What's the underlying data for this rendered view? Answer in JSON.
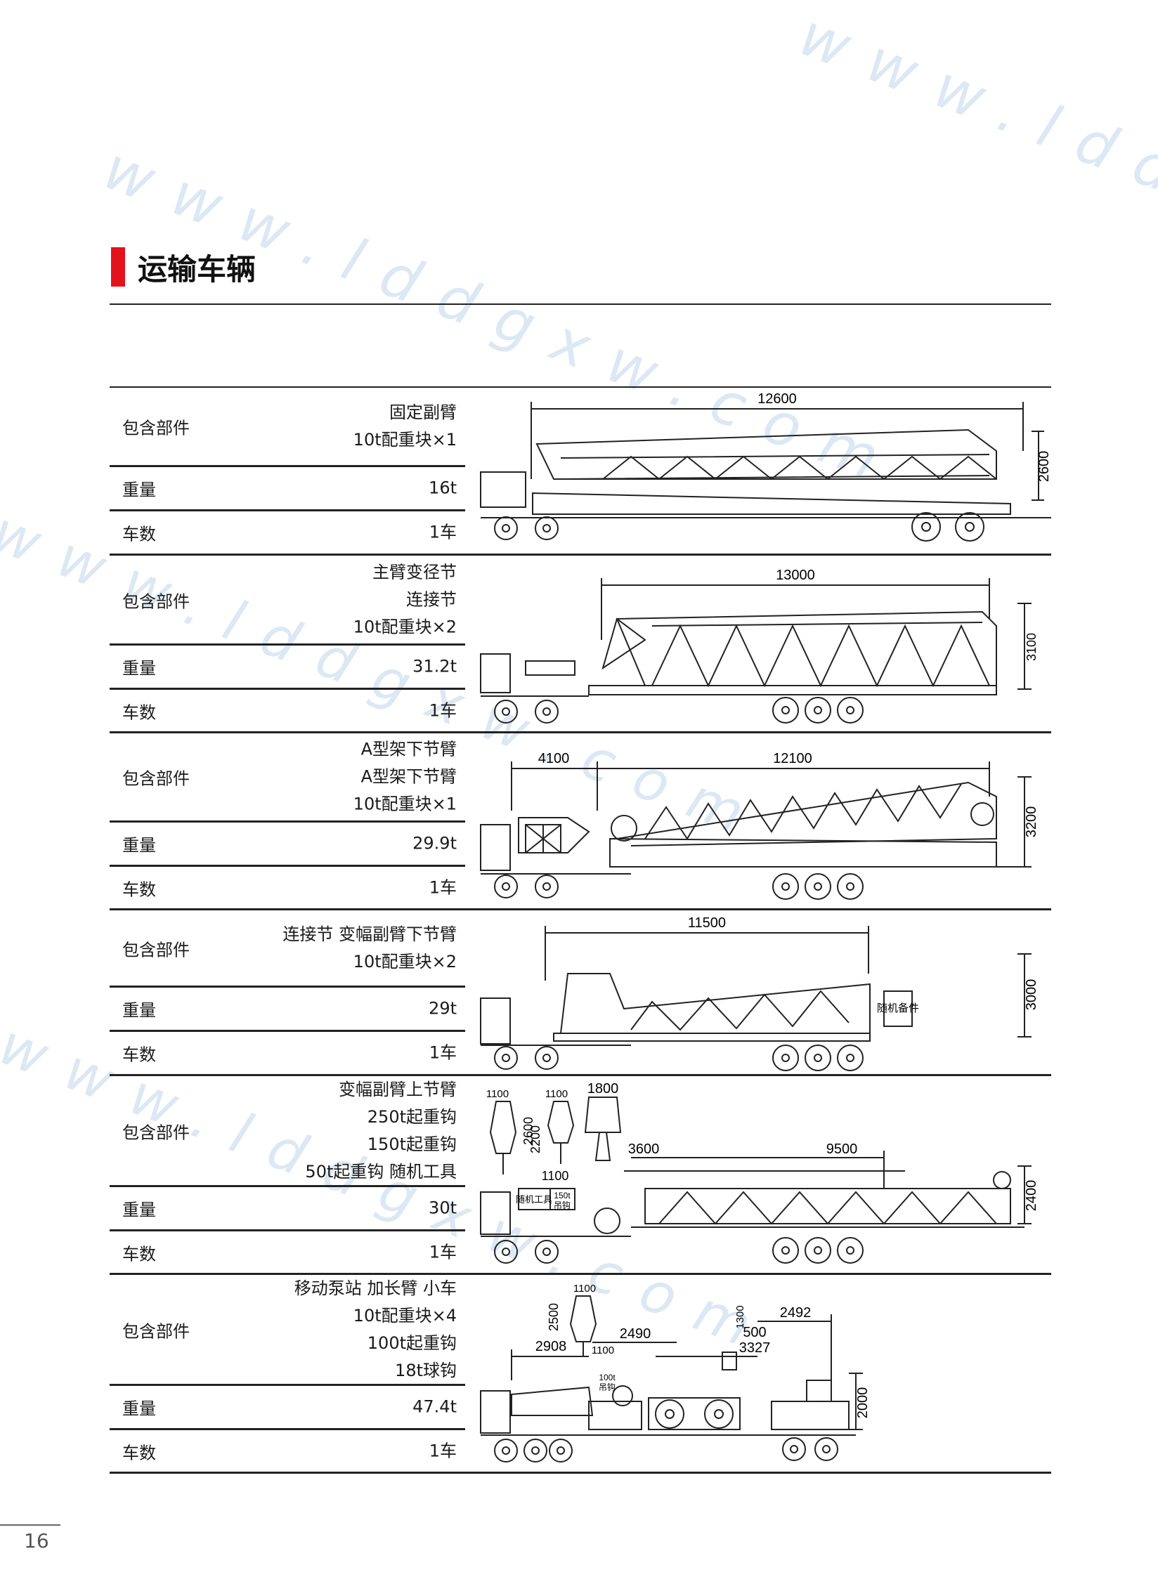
{
  "watermark": "www.lddgxw.com",
  "section_title": "运输车辆",
  "page_number": "16",
  "labels": {
    "parts": "包含部件",
    "weight": "重量",
    "count": "车数"
  },
  "rows": [
    {
      "parts": [
        "固定副臂",
        "10t配重块×1"
      ],
      "weight": "16t",
      "count": "1车",
      "dims": [
        "12600",
        "2600"
      ]
    },
    {
      "parts": [
        "主臂变径节",
        "连接节",
        "10t配重块×2"
      ],
      "weight": "31.2t",
      "count": "1车",
      "dims": [
        "13000",
        "3100"
      ]
    },
    {
      "parts": [
        "A型架下节臂",
        "A型架下节臂",
        "10t配重块×1"
      ],
      "weight": "29.9t",
      "count": "1车",
      "dims": [
        "4100",
        "12100",
        "3200"
      ]
    },
    {
      "parts": [
        "连接节 变幅副臂下节臂",
        "10t配重块×2"
      ],
      "weight": "29t",
      "count": "1车",
      "dims": [
        "11500",
        "3000"
      ],
      "box": "随机备件"
    },
    {
      "parts": [
        "变幅副臂上节臂",
        "250t起重钩",
        "150t起重钩",
        "50t起重钩 随机工具"
      ],
      "weight": "30t",
      "count": "1车",
      "dims": [
        "1100",
        "2600",
        "1100",
        "2200",
        "1800",
        "1100",
        "3600",
        "9500",
        "2400"
      ],
      "boxes": [
        "随机工具",
        "150t",
        "吊钩"
      ]
    },
    {
      "parts": [
        "移动泵站 加长臂 小车",
        "10t配重块×4",
        "100t起重钩",
        "18t球钩"
      ],
      "weight": "47.4t",
      "count": "1车",
      "dims": [
        "1100",
        "2500",
        "2908",
        "1100",
        "2490",
        "1300",
        "500",
        "3327",
        "2492",
        "2000"
      ],
      "boxes": [
        "100t",
        "吊钩"
      ]
    }
  ]
}
